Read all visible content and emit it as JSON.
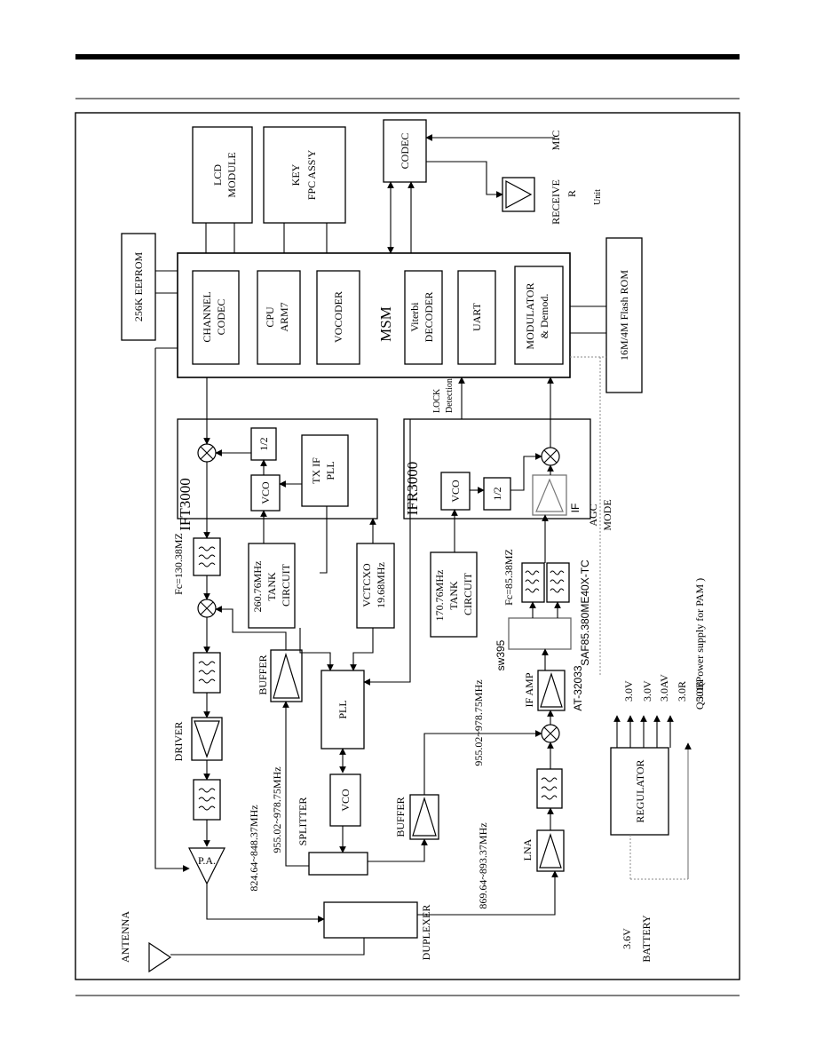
{
  "blocks": {
    "lcd": [
      "LCD",
      "MODULE"
    ],
    "key": [
      "KEY",
      "FPC  ASS'Y"
    ],
    "codec": "CODEC",
    "mic": "MIC",
    "receiver": [
      "RECEIVE",
      "R",
      "Unit"
    ],
    "eeprom": "256K EEPROM",
    "flash": "16M/4M Flash ROM",
    "msm": {
      "title": "MSM",
      "channel_codec": [
        "CHANNEL",
        "CODEC"
      ],
      "cpu": [
        "CPU",
        "ARM7"
      ],
      "vocoder": "VOCODER",
      "viterbi": [
        "Viterbi",
        "DECODER"
      ],
      "uart": "UART",
      "modulator": [
        "MODULATOR",
        "& Demod."
      ]
    },
    "lock": [
      "LOCK",
      "Detection"
    ],
    "ift": {
      "title": "IFT3000",
      "half": "1/2",
      "vco": "VCO",
      "pll": [
        "TX IF",
        "PLL"
      ]
    },
    "ifr": {
      "title": "IFR3000",
      "vco": "VCO",
      "half": "1/2",
      "if": "IF",
      "agc": [
        "AGC",
        "MODE"
      ]
    },
    "fc_tx": "Fc=130.38MZ",
    "tank_tx": [
      "260.76MHz",
      "TANK",
      "CIRCUIT"
    ],
    "vctcxo": [
      "VCTCXO",
      "19.68MHz"
    ],
    "tank_rx": [
      "170.76MHz",
      "TANK",
      "CIRCUIT"
    ],
    "fc_rx": "Fc=85.38MZ",
    "saf": "SAF85.380ME40X-TC",
    "sw": "sw395",
    "pam": "Q501(Power supply for PAM )",
    "buffer": "BUFFER",
    "pll": "PLL",
    "driver": "DRIVER",
    "vco": "VCO",
    "splitter": "SPLITTER",
    "if_amp": "IF AMP",
    "at": "AT-32033",
    "freq_lo": "955.02~978.75MHz",
    "freq_lo2": "955.02~978.75MHz",
    "freq_tx": "824.64~848.37MHz",
    "freq_rx": "869.64~893.37MHz",
    "pa": "P.A.",
    "lna": "LNA",
    "duplexer": "DUPLEXER",
    "antenna": "ANTENNA",
    "regulator": "REGULATOR",
    "rails": [
      "3.0V",
      "3.0V",
      "3.0AV",
      "3.0R",
      "3.0B"
    ],
    "battery": [
      "3.6V",
      "BATTERY"
    ]
  }
}
